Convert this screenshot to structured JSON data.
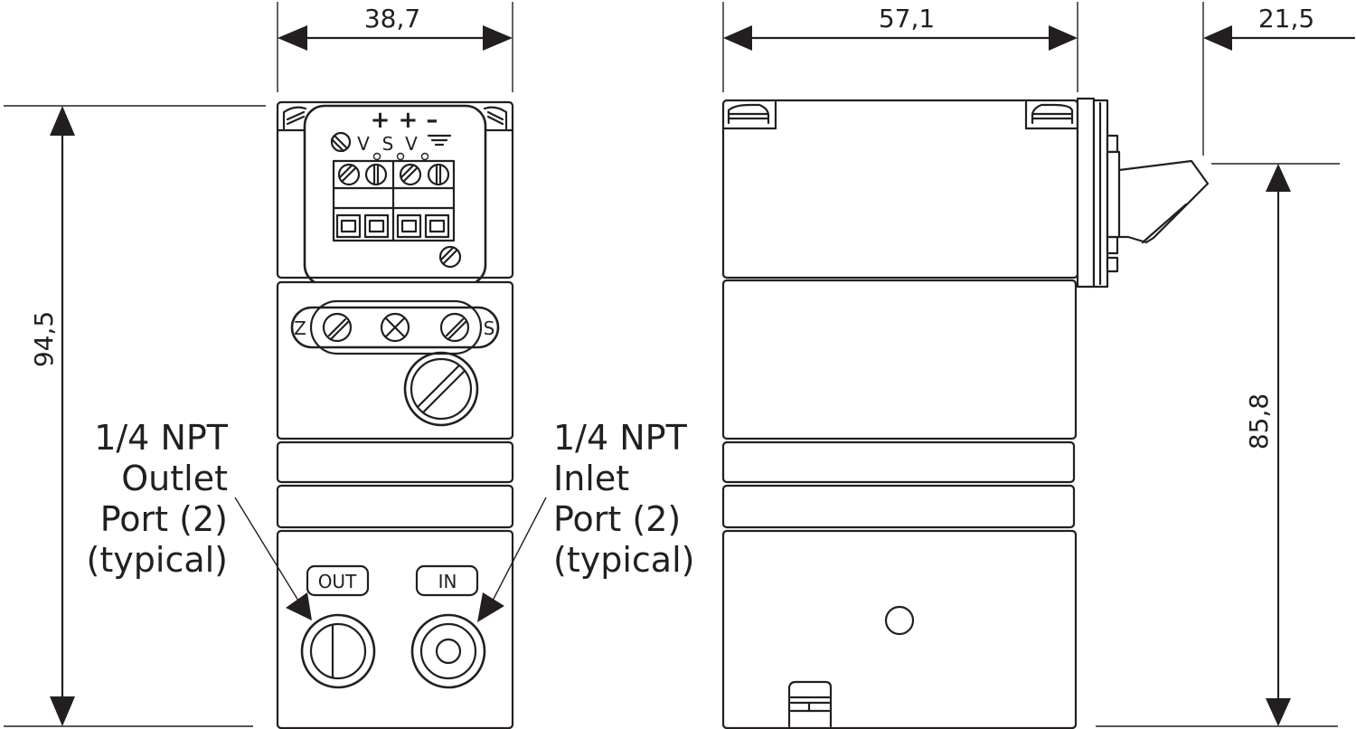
{
  "dimensions": {
    "front_width": "38,7",
    "side_depth": "57,1",
    "bracket_width": "21,5",
    "overall_height": "94,5",
    "bracket_height": "85,8"
  },
  "terminal": {
    "polarity": "+ + –",
    "labels": [
      "V",
      "S",
      "V"
    ],
    "ground": "ground-symbol"
  },
  "adjust": {
    "zero": "Z",
    "span": "S"
  },
  "ports": {
    "outlet_label": "OUT",
    "inlet_label": "IN"
  },
  "callouts": {
    "outlet": [
      "1/4 NPT",
      "Outlet",
      "Port (2)",
      "(typical)"
    ],
    "inlet": [
      "1/4 NPT",
      "Inlet",
      "Port (2)",
      "(typical)"
    ]
  }
}
